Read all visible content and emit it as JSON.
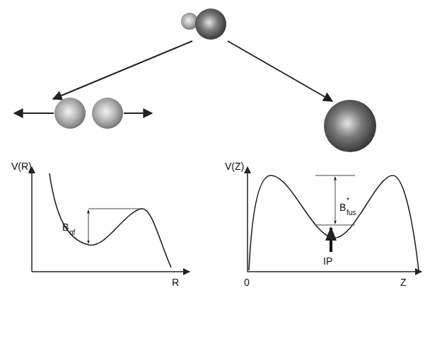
{
  "diagram": {
    "labels": [
      "V(R)",
      "R",
      "B",
      "qf",
      "V(Z)",
      "Z",
      "0",
      "B",
      "*",
      "fus",
      "IP"
    ]
  }
}
